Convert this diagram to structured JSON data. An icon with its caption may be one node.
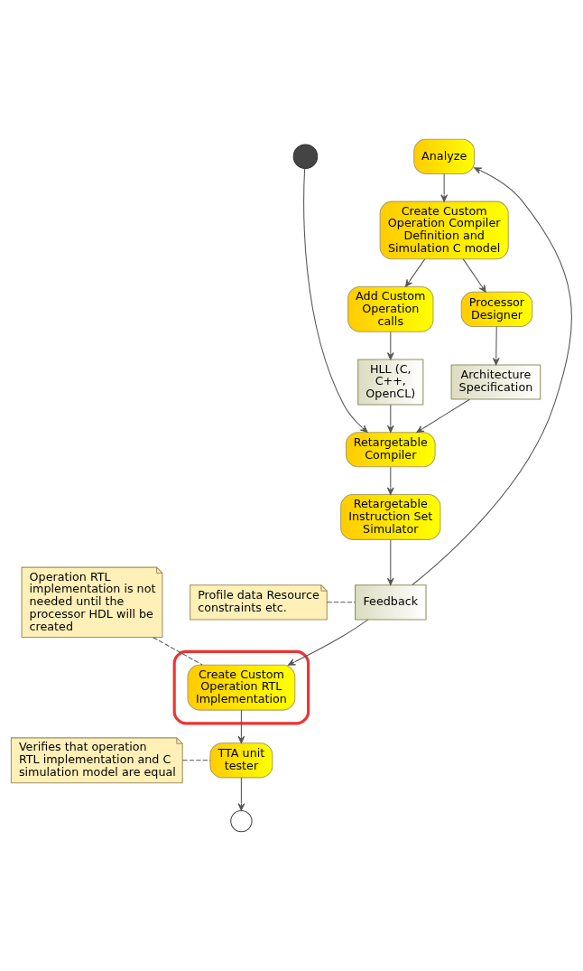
{
  "diagram": {
    "nodes": [
      {
        "text": [],
        "shape": "dot"
      },
      {
        "text": [
          "Analyze"
        ]
      },
      {
        "text": [
          "Create Custom Operation Compiler Definition and Simulation C model"
        ]
      },
      {
        "text": [
          "Add Custom Operation calls"
        ]
      },
      {
        "text": [
          "Processor Designer"
        ]
      },
      {
        "text": [
          "HLL (C, C++, OpenCL)"
        ]
      },
      {
        "text": [
          "Architecture Specification"
        ]
      },
      {
        "text": [
          "Retargetable Compiler"
        ]
      },
      {
        "text": [
          "Retargetable Instruction Set Simulator"
        ]
      },
      {
        "text": [
          "Profile data Resource constraints etc."
        ]
      },
      {
        "text": [
          "Feedback"
        ]
      },
      {
        "text": [
          "Operation RTL implementation is not needed until the processor HDL will be created"
        ]
      },
      {
        "text": [],
        "shape": "ellipse"
      },
      {
        "text": [
          "Create Custom Operation RTL Implementation"
        ],
        "in": 12
      },
      {
        "text": [
          "Verifies that operation RTL implementation and C simulation model are equal"
        ]
      },
      {
        "text": [
          "TTA unit tester"
        ]
      },
      {
        "text": [],
        "shape": "circle"
      }
    ],
    "edges": [
      {
        "from": 0,
        "to": 7,
        "arrow": "to"
      },
      {
        "from": 1,
        "to": 2,
        "arrow": "to"
      },
      {
        "from": 2,
        "to": 3,
        "arrow": "to"
      },
      {
        "from": 2,
        "to": 4,
        "arrow": "to"
      },
      {
        "from": 3,
        "to": 5,
        "arrow": "to"
      },
      {
        "from": 4,
        "to": 6,
        "arrow": "to"
      },
      {
        "from": 5,
        "to": 7,
        "arrow": "to"
      },
      {
        "from": 6,
        "to": 7,
        "arrow": "to"
      },
      {
        "from": 7,
        "to": 8,
        "arrow": "to"
      },
      {
        "from": 8,
        "to": 10,
        "arrow": "to"
      },
      {
        "from": 10,
        "to": 1,
        "arrow": "to"
      },
      {
        "from": 10,
        "to": 13,
        "arrow": "to"
      },
      {
        "from": 13,
        "to": 15,
        "arrow": "to"
      },
      {
        "from": 15,
        "to": 16,
        "arrow": "to"
      },
      {
        "from": 9,
        "to": 10,
        "arrow": "none",
        "style": "dashed"
      },
      {
        "from": 11,
        "to": 13,
        "arrow": "none",
        "style": "dashed"
      },
      {
        "from": 14,
        "to": 15,
        "arrow": "none",
        "style": "dashed"
      }
    ]
  }
}
